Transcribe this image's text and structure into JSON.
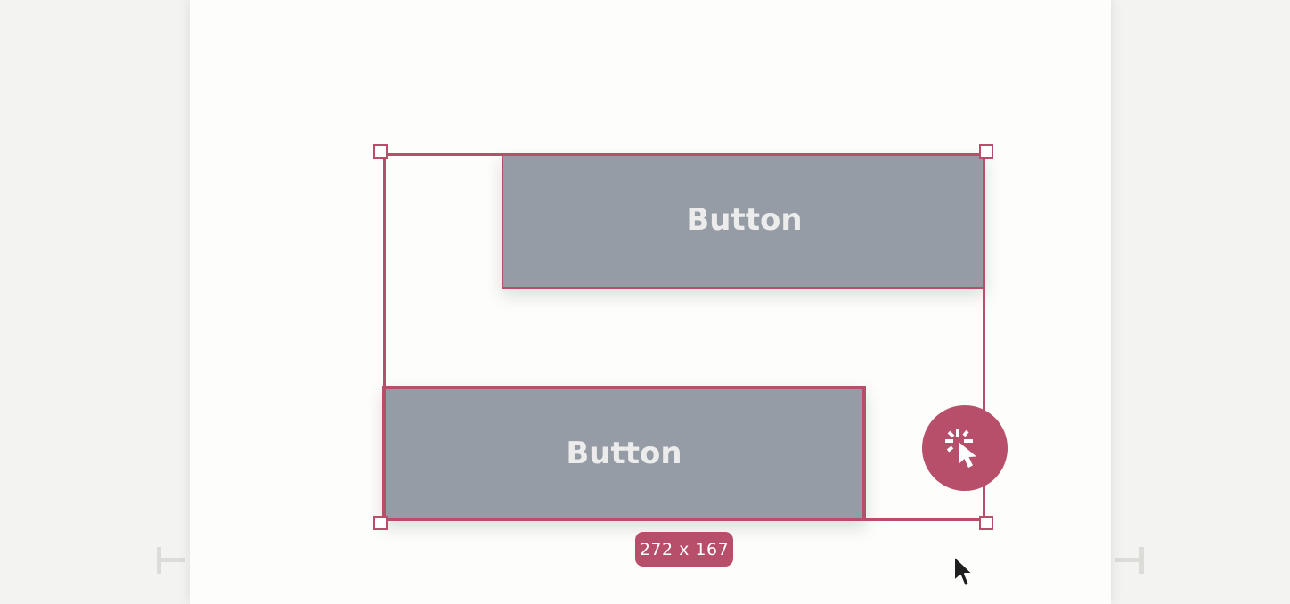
{
  "canvas": {
    "background_color": "#f3f4f1",
    "page_color": "#fdfdfb"
  },
  "selection": {
    "accent_color": "#b74f6b",
    "size_label": "272 x 167"
  },
  "buttons": [
    {
      "label": "Button",
      "fill_color": "#959ca5",
      "text_color": "#ececec"
    },
    {
      "label": "Button",
      "fill_color": "#959ca5",
      "text_color": "#ececec"
    }
  ],
  "icons": {
    "interaction": "cursor-click-icon",
    "pointer": "mouse-pointer-icon",
    "ruler_left": "ruler-start-marker-icon",
    "ruler_right": "ruler-end-marker-icon"
  }
}
